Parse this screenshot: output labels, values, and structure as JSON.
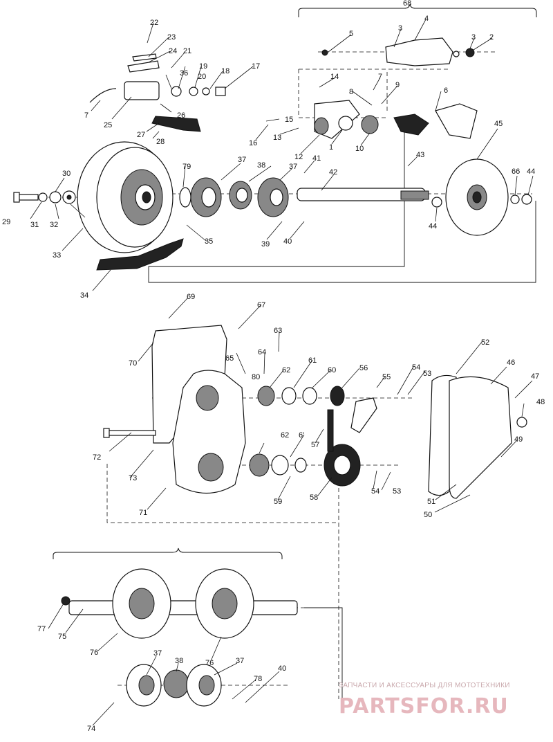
{
  "callouts": {
    "c1": "1",
    "c2": "2",
    "c3a": "3",
    "c3b": "3",
    "c4": "4",
    "c5": "5",
    "c6": "6",
    "c6b": "6'",
    "c7a": "7",
    "c7b": "7",
    "c8": "8",
    "c9": "9",
    "c10": "10",
    "c12": "12",
    "c13": "13",
    "c14": "14",
    "c15": "15",
    "c16": "16",
    "c17": "17",
    "c18": "18",
    "c19": "19",
    "c20": "20",
    "c21": "21",
    "c22": "22",
    "c23": "23",
    "c24": "24",
    "c25": "25",
    "c26": "26",
    "c27": "27",
    "c28": "28",
    "c29": "29",
    "c30": "30",
    "c31": "31",
    "c32": "32",
    "c33": "33",
    "c34": "34",
    "c35": "35",
    "c36": "36",
    "c37a": "37",
    "c37b": "37",
    "c37c": "37",
    "c37d": "37",
    "c38a": "38",
    "c38b": "38",
    "c39": "39",
    "c40a": "40",
    "c40b": "40",
    "c41": "41",
    "c42": "42",
    "c43": "43",
    "c44a": "44",
    "c44b": "44",
    "c45": "45",
    "c46": "46",
    "c47": "47",
    "c48": "48",
    "c49": "49",
    "c50": "50",
    "c51": "51",
    "c52": "52",
    "c53a": "53",
    "c53b": "53",
    "c54a": "54",
    "c54b": "54",
    "c55": "55",
    "c56": "56",
    "c57": "57",
    "c58": "58",
    "c59": "59",
    "c60": "60",
    "c61": "61",
    "c62a": "62",
    "c62b": "62",
    "c63": "63",
    "c64": "64",
    "c65": "65",
    "c66": "66",
    "c67": "67",
    "c68": "68",
    "c69": "69",
    "c70": "70",
    "c71": "71",
    "c72": "72",
    "c73": "73",
    "c74": "74",
    "c75": "75",
    "c76a": "76",
    "c76b": "76",
    "c77": "77",
    "c78": "78",
    "c79": "79",
    "c80": "80"
  },
  "watermark": {
    "line1": "ЗАПЧАСТИ И АКСЕССУАРЫ ДЛЯ МОТОТЕХНИКИ",
    "line2": "PARTSFOR.RU"
  }
}
